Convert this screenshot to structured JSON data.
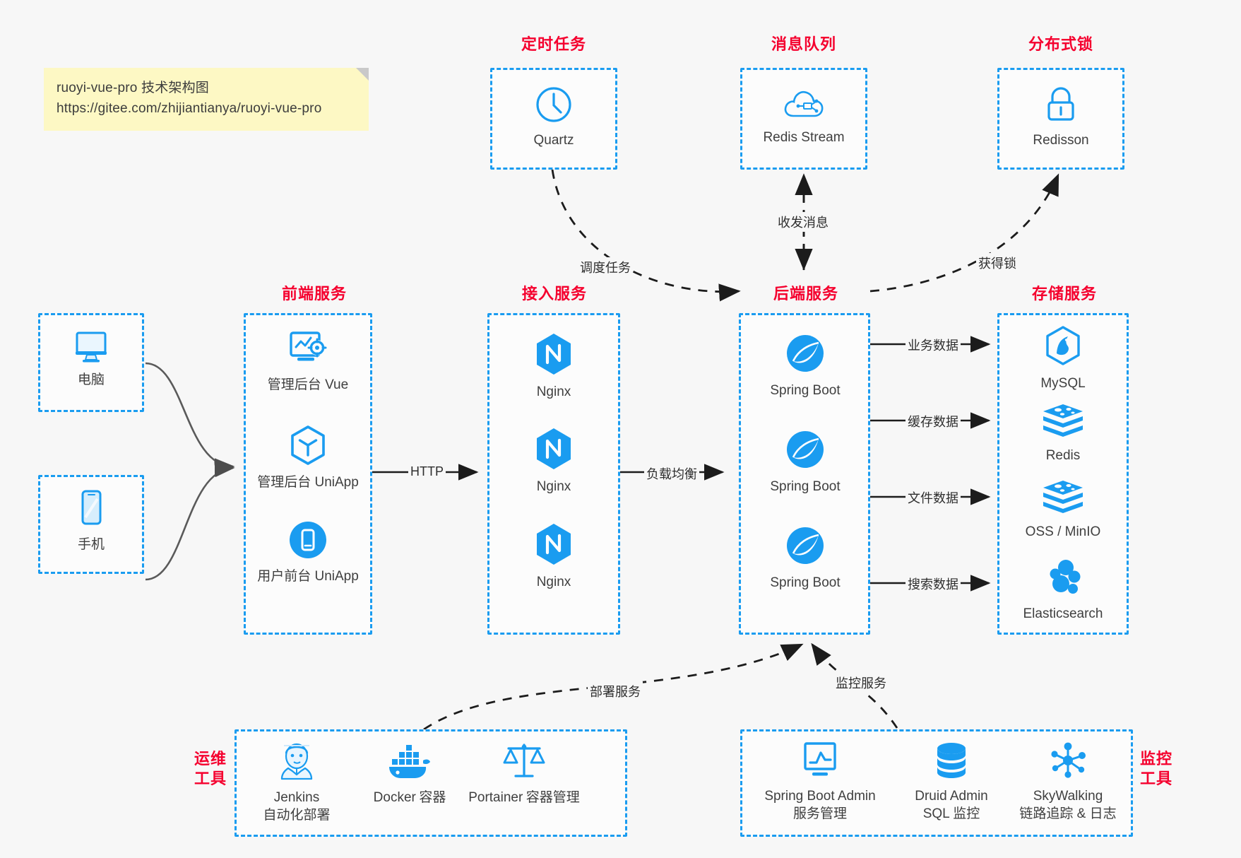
{
  "note": {
    "line1": "ruoyi-vue-pro 技术架构图",
    "line2": "https://gitee.com/zhijiantianya/ruoyi-vue-pro"
  },
  "colors": {
    "accent": "#1a9cf0",
    "title": "#f5002e",
    "note_bg": "#fdf8c4",
    "canvas": "#f7f7f7",
    "text": "#3f3f3f",
    "wire": "#4d4d4d"
  },
  "groups": {
    "scheduler": {
      "title": "定时任务",
      "items": [
        {
          "icon": "clock-icon",
          "label": "Quartz"
        }
      ]
    },
    "mq": {
      "title": "消息队列",
      "items": [
        {
          "icon": "cloud-stream-icon",
          "label": "Redis Stream"
        }
      ]
    },
    "lock": {
      "title": "分布式锁",
      "items": [
        {
          "icon": "lock-icon",
          "label": "Redisson"
        }
      ]
    },
    "clients": {
      "title": "",
      "items": [
        {
          "icon": "desktop-icon",
          "label": "电脑"
        },
        {
          "icon": "phone-icon",
          "label": "手机"
        }
      ]
    },
    "frontend": {
      "title": "前端服务",
      "items": [
        {
          "icon": "admin-dashboard-icon",
          "label": "管理后台 Vue"
        },
        {
          "icon": "uniapp-icon",
          "label": "管理后台 UniApp"
        },
        {
          "icon": "mobile-app-icon",
          "label": "用户前台 UniApp"
        }
      ]
    },
    "gateway": {
      "title": "接入服务",
      "items": [
        {
          "icon": "nginx-icon",
          "label": "Nginx"
        },
        {
          "icon": "nginx-icon",
          "label": "Nginx"
        },
        {
          "icon": "nginx-icon",
          "label": "Nginx"
        }
      ]
    },
    "backend": {
      "title": "后端服务",
      "items": [
        {
          "icon": "spring-boot-icon",
          "label": "Spring Boot"
        },
        {
          "icon": "spring-boot-icon",
          "label": "Spring Boot"
        },
        {
          "icon": "spring-boot-icon",
          "label": "Spring Boot"
        }
      ]
    },
    "storage": {
      "title": "存储服务",
      "items": [
        {
          "icon": "mysql-icon",
          "label": "MySQL"
        },
        {
          "icon": "redis-icon",
          "label": "Redis"
        },
        {
          "icon": "oss-minio-icon",
          "label": "OSS / MinIO"
        },
        {
          "icon": "elasticsearch-icon",
          "label": "Elasticsearch"
        }
      ]
    },
    "devops": {
      "title": "运维\n工具",
      "title_line1": "运维",
      "title_line2": "工具",
      "items": [
        {
          "icon": "jenkins-icon",
          "label": "Jenkins",
          "sub": "自动化部署"
        },
        {
          "icon": "docker-icon",
          "label": "Docker",
          "sub": "容器"
        },
        {
          "icon": "portainer-icon",
          "label": "Portainer",
          "sub": "容器管理"
        }
      ]
    },
    "monitor": {
      "title_line1": "监控",
      "title_line2": "工具",
      "items": [
        {
          "icon": "spring-boot-admin-icon",
          "label": "Spring Boot Admin",
          "sub": "服务管理"
        },
        {
          "icon": "druid-db-icon",
          "label": "Druid Admin",
          "sub": "SQL 监控"
        },
        {
          "icon": "skywalking-icon",
          "label": "SkyWalking",
          "sub": "链路追踪 & 日志"
        }
      ]
    }
  },
  "edges": [
    {
      "id": "http",
      "label": "HTTP"
    },
    {
      "id": "lb",
      "label": "负载均衡"
    },
    {
      "id": "schedule",
      "label": "调度任务"
    },
    {
      "id": "mq-msg",
      "label": "收发消息"
    },
    {
      "id": "get-lock",
      "label": "获得锁"
    },
    {
      "id": "biz-data",
      "label": "业务数据"
    },
    {
      "id": "cache-data",
      "label": "缓存数据"
    },
    {
      "id": "file-data",
      "label": "文件数据"
    },
    {
      "id": "search-data",
      "label": "搜索数据"
    },
    {
      "id": "deploy",
      "label": "部署服务"
    },
    {
      "id": "monitor",
      "label": "监控服务"
    }
  ]
}
